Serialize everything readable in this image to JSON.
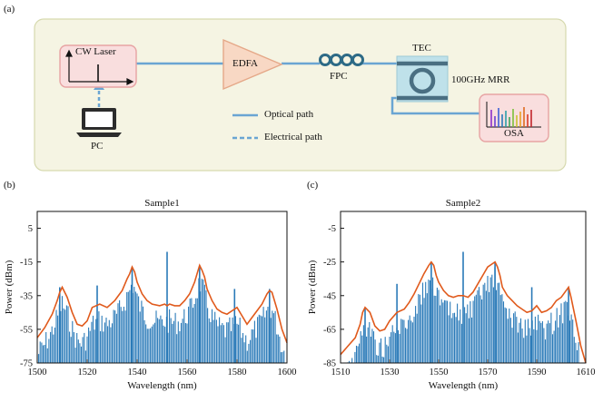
{
  "panel_labels": {
    "a": "(a)",
    "b": "(b)",
    "c": "(c)"
  },
  "setup": {
    "laser": "CW Laser",
    "pc": "PC",
    "edfa": "EDFA",
    "fpc": "FPC",
    "tec": "TEC",
    "mrr": "100GHz MRR",
    "osa": "OSA",
    "legend_optical": "Optical path",
    "legend_electrical": "Electrical path",
    "colors": {
      "background": "#f5f4e3",
      "laser_box": "#f9dede",
      "edfa": "#f8d8c4",
      "tec": "#bfe1ea",
      "optical": "#6aa5d3",
      "ring": "#4a6f82"
    }
  },
  "chart_data": [
    {
      "type": "line",
      "title": "Sample1",
      "xlabel": "Wavelength (nm)",
      "ylabel": "Power (dBm)",
      "xlim": [
        1500,
        1600
      ],
      "ylim": [
        -75,
        15
      ],
      "xticks": [
        1500,
        1520,
        1540,
        1560,
        1580,
        1600
      ],
      "yticks": [
        5,
        -15,
        -35,
        -55,
        -75
      ],
      "spectrum_color": "#2a7ab8",
      "envelope_color": "#e05a1c",
      "envelope": {
        "x": [
          1500,
          1503,
          1506,
          1508,
          1509,
          1510,
          1512,
          1514,
          1516,
          1518,
          1520,
          1522,
          1525,
          1528,
          1531,
          1534,
          1536,
          1537,
          1538,
          1539,
          1540,
          1542,
          1544,
          1546,
          1549,
          1551,
          1552,
          1553,
          1555,
          1557,
          1559,
          1561,
          1563,
          1564,
          1565,
          1566,
          1567,
          1568,
          1570,
          1572,
          1574,
          1576,
          1578,
          1580,
          1582,
          1584,
          1586,
          1588,
          1590,
          1592,
          1593,
          1594,
          1596,
          1598,
          1600
        ],
        "y": [
          -60,
          -54,
          -46,
          -38,
          -33,
          -30,
          -36,
          -45,
          -52,
          -53,
          -50,
          -42,
          -40,
          -42,
          -38,
          -32,
          -25,
          -22,
          -18,
          -21,
          -27,
          -34,
          -38,
          -40,
          -41,
          -40,
          -41,
          -40,
          -41,
          -41,
          -38,
          -34,
          -27,
          -22,
          -17,
          -20,
          -24,
          -31,
          -38,
          -43,
          -45,
          -46,
          -44,
          -42,
          -47,
          -52,
          -48,
          -44,
          -40,
          -34,
          -32,
          -33,
          -43,
          -55,
          -63
        ]
      },
      "spikes": [
        {
          "x": 1509,
          "y": -30
        },
        {
          "x": 1524,
          "y": -29
        },
        {
          "x": 1538,
          "y": -18
        },
        {
          "x": 1552,
          "y": -9
        },
        {
          "x": 1565,
          "y": -17
        },
        {
          "x": 1579,
          "y": -31
        },
        {
          "x": 1593,
          "y": -31
        }
      ]
    },
    {
      "type": "line",
      "title": "Sample2",
      "xlabel": "Wavelength (nm)",
      "ylabel": "Power (dBm)",
      "xlim": [
        1510,
        1610
      ],
      "ylim": [
        -85,
        5
      ],
      "xticks": [
        1510,
        1530,
        1550,
        1570,
        1590,
        1610
      ],
      "yticks": [
        -5,
        -25,
        -45,
        -65,
        -85
      ],
      "spectrum_color": "#2a7ab8",
      "envelope_color": "#e05a1c",
      "envelope": {
        "x": [
          1510,
          1513,
          1516,
          1518,
          1519,
          1520,
          1522,
          1524,
          1526,
          1528,
          1530,
          1533,
          1536,
          1538,
          1540,
          1542,
          1544,
          1546,
          1547,
          1548,
          1549,
          1550,
          1552,
          1554,
          1556,
          1558,
          1560,
          1562,
          1564,
          1566,
          1568,
          1570,
          1572,
          1573,
          1574,
          1575,
          1576,
          1578,
          1580,
          1582,
          1584,
          1586,
          1588,
          1590,
          1592,
          1594,
          1596,
          1598,
          1600,
          1602,
          1603,
          1604,
          1606,
          1608,
          1610
        ],
        "y": [
          -80,
          -75,
          -70,
          -62,
          -55,
          -52,
          -55,
          -63,
          -66,
          -65,
          -60,
          -55,
          -53,
          -49,
          -44,
          -38,
          -32,
          -27,
          -25,
          -27,
          -33,
          -37,
          -42,
          -45,
          -46,
          -45,
          -45,
          -46,
          -43,
          -38,
          -33,
          -28,
          -26,
          -25,
          -28,
          -33,
          -40,
          -45,
          -48,
          -51,
          -53,
          -55,
          -54,
          -51,
          -55,
          -54,
          -52,
          -48,
          -46,
          -42,
          -40,
          -46,
          -60,
          -75,
          -85
        ]
      },
      "spikes": [
        {
          "x": 1520,
          "y": -52
        },
        {
          "x": 1533,
          "y": -38
        },
        {
          "x": 1547,
          "y": -25
        },
        {
          "x": 1560,
          "y": -19
        },
        {
          "x": 1573,
          "y": -25
        },
        {
          "x": 1588,
          "y": -40
        },
        {
          "x": 1603,
          "y": -40
        }
      ]
    }
  ]
}
